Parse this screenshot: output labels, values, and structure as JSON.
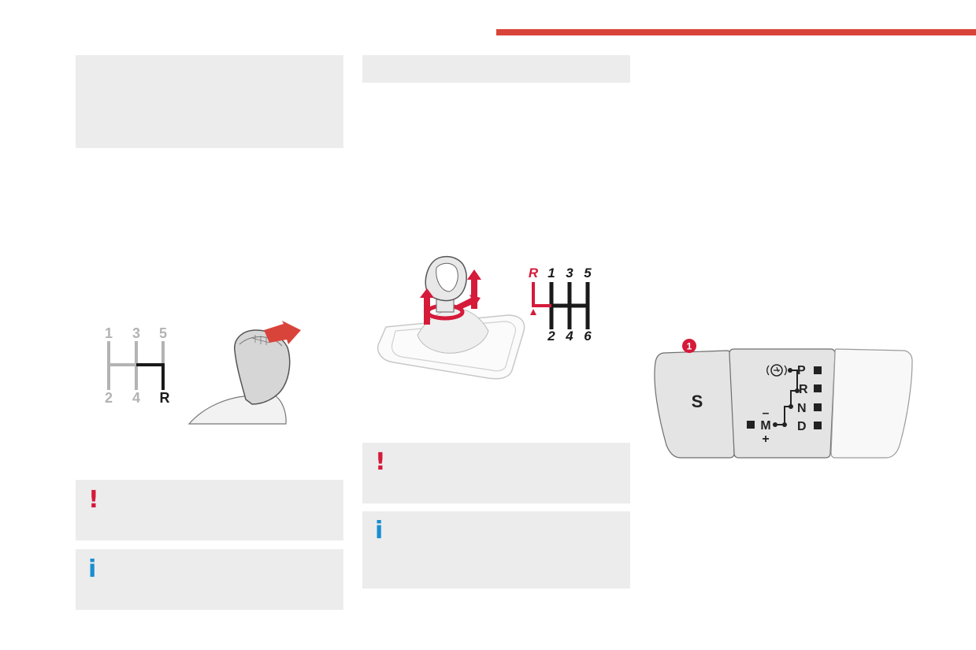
{
  "colors": {
    "accent_red": "#d9443a",
    "alert_red": "#d51a3a",
    "info_blue": "#1a8ed1",
    "box_gray": "#ececec",
    "shift_gray": "#b3b3b3",
    "shift_black": "#1a1a1a"
  },
  "icons": {
    "warning": "warning-icon",
    "info": "info-icon"
  },
  "glyphs": {
    "warning": "!",
    "info": "i"
  },
  "five_speed_pattern": {
    "top": [
      "1",
      "3",
      "5"
    ],
    "bottom": [
      "2",
      "4",
      "R"
    ]
  },
  "six_speed_pattern": {
    "reverse": "R",
    "top": [
      "1",
      "3",
      "5"
    ],
    "bottom": [
      "2",
      "4",
      "6"
    ]
  },
  "automatic_panel": {
    "marker": "1",
    "sport_button": "S",
    "positions": [
      "P",
      "R",
      "N",
      "D"
    ],
    "manual_label": "M",
    "minus": "–",
    "plus": "+"
  }
}
